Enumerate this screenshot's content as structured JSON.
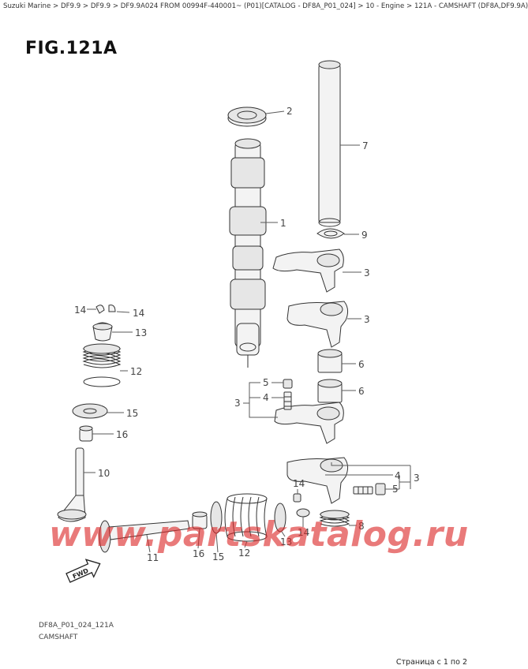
{
  "breadcrumb": {
    "items": [
      "Suzuki Marine",
      "DF9.9",
      "DF9.9",
      "DF9.9A024 FROM 00994F-440001~ (P01)[CATALOG - DF8A_P01_024]",
      "10 - Engine",
      "121A - CAMSHAFT (DF8A,DF9.9A)"
    ],
    "separator": " > "
  },
  "figure": {
    "title": "FIG.121A",
    "code": "DF8A_P01_024_121A",
    "name": "CAMSHAFT",
    "direction_label": "FWD"
  },
  "callouts": {
    "c1": "1",
    "c2": "2",
    "c3a": "3",
    "c3b": "3",
    "c3c": "3",
    "c3d": "3",
    "c4a": "4",
    "c4b": "4",
    "c5a": "5",
    "c5b": "5",
    "c6a": "6",
    "c6b": "6",
    "c7": "7",
    "c8": "8",
    "c9": "9",
    "c10": "10",
    "c11": "11",
    "c12a": "12",
    "c12b": "12",
    "c13a": "13",
    "c13b": "13",
    "c14a": "14",
    "c14b": "14",
    "c14c": "14",
    "c14d": "14",
    "c15a": "15",
    "c15b": "15",
    "c16a": "16",
    "c16b": "16"
  },
  "watermark": "www.partskatalog.ru",
  "pager": "Страница с 1 по 2"
}
